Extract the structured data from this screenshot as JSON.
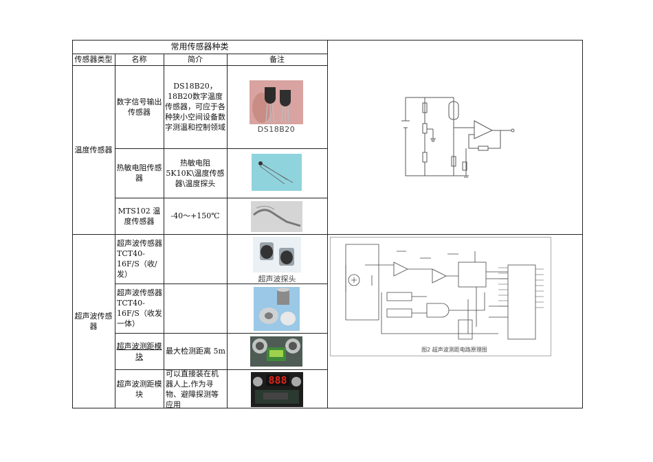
{
  "table": {
    "title": "常用传感器种类",
    "headers": {
      "type": "传感器类型",
      "name": "名称",
      "intro": "简介",
      "note": "备注"
    },
    "groups": [
      {
        "type": "温度传感器",
        "rows": [
          {
            "name": "数字信号输出传感器",
            "intro": "DS18B20，18B20数字温度传感器，可应于各种狭小空间设备数字测温和控制领域",
            "note_caption": "DS18B20"
          },
          {
            "name": "热敏电阻传感器",
            "intro": "热敏电阻 5K10K\\温度传感器\\温度探头"
          },
          {
            "name": "MTS102 温度传感器",
            "intro": "-40～+150℃"
          }
        ]
      },
      {
        "type": "超声波传感器",
        "rows": [
          {
            "name": "超声波传感器TCT40-16F/S（收/发）",
            "intro": "",
            "note_caption": "超声波探头"
          },
          {
            "name": "超声波传感器TCT40-16F/S（收发 一体）",
            "intro": ""
          },
          {
            "name": "超声波测距模块",
            "intro": "最大检测距离 5m"
          },
          {
            "name": "超声波测距模块",
            "intro": "可以直接装在机器人上,作为寻物、避障探测等应用",
            "display_digits": "888"
          }
        ]
      }
    ]
  },
  "schematic2": {
    "caption": "图2 超声波测距电路原理图"
  },
  "colors": {
    "border": "#222222",
    "schematic": "#555555",
    "pcb_green": "#3f8a3a",
    "led_red": "#e0241b"
  }
}
